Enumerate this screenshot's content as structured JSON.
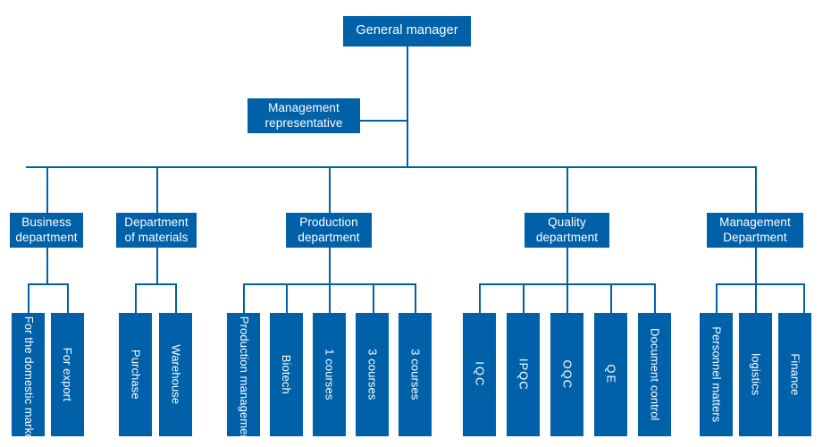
{
  "diagram": {
    "title_node": "General manager",
    "type": "organization-chart",
    "accent_color": "#0060A8",
    "background_color": "#FFFFFF",
    "text_color": "#FFFFFF"
  },
  "root": {
    "label": "General manager"
  },
  "staff": {
    "label": "Management representative"
  },
  "departments": [
    {
      "label": "Business department",
      "children": [
        {
          "label": "For the domestic market"
        },
        {
          "label": "For export"
        }
      ]
    },
    {
      "label": "Department of materials",
      "children": [
        {
          "label": "Purchase"
        },
        {
          "label": "Warehouse"
        }
      ]
    },
    {
      "label": "Production department",
      "children": [
        {
          "label": "Production management"
        },
        {
          "label": "Biotech"
        },
        {
          "label": "1 courses"
        },
        {
          "label": "3 courses"
        },
        {
          "label": "3 courses"
        }
      ]
    },
    {
      "label": "Quality department",
      "children": [
        {
          "label": "IQC"
        },
        {
          "label": "IPQC"
        },
        {
          "label": "OQC"
        },
        {
          "label": "QE"
        },
        {
          "label": "Document control"
        }
      ]
    },
    {
      "label": "Management Department",
      "children": [
        {
          "label": "Personnel matters"
        },
        {
          "label": "logistics"
        },
        {
          "label": "Finance"
        }
      ]
    }
  ]
}
